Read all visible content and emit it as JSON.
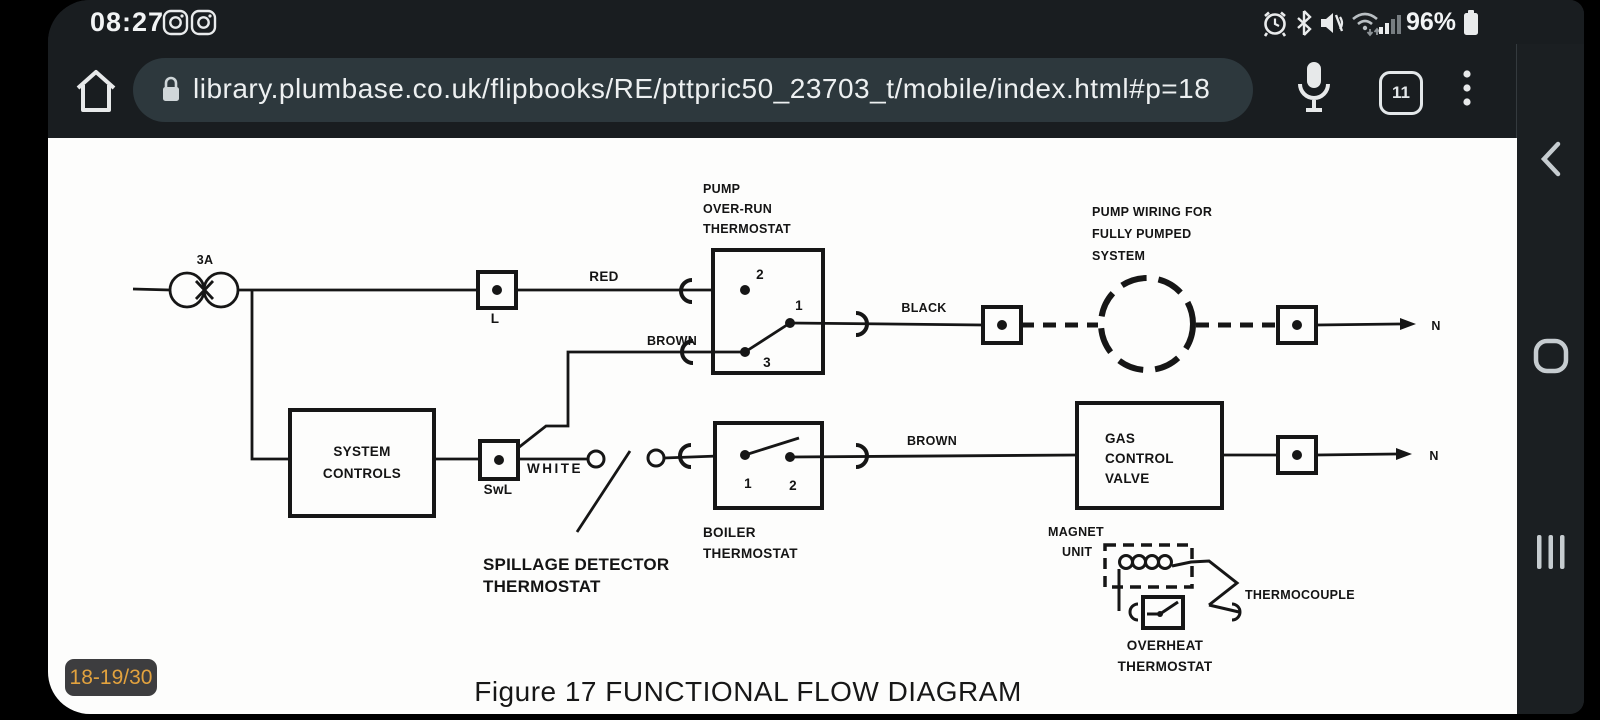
{
  "status_bar": {
    "time": "08:27",
    "battery_percent": "96%"
  },
  "address_bar": {
    "url": "library.plumbase.co.uk/flipbooks/RE/pttpric50_23703_t/mobile/index.html#p=18",
    "tab_count": "11"
  },
  "page_overlay": {
    "page_indicator": "18-19/30",
    "caption": "Figure 17 FUNCTIONAL FLOW DIAGRAM"
  },
  "colors": {
    "badge_text": "#e2a23e",
    "chrome_bg": "#191d20",
    "omnibox_bg": "#2d383d"
  },
  "diagram": {
    "fuse_rating": "3A",
    "terminal_live": "L",
    "terminal_switched_live": "SwL",
    "wire_red": "RED",
    "wire_brown_upper": "BROWN",
    "wire_black": "BLACK",
    "wire_white": "WHITE",
    "wire_brown_lower": "BROWN",
    "neutral_upper": "N",
    "neutral_lower": "N",
    "pump_overrun_thermostat": [
      "PUMP",
      "OVER-RUN",
      "THERMOSTAT"
    ],
    "pump_wiring": [
      "PUMP WIRING FOR",
      "FULLY PUMPED",
      "SYSTEM"
    ],
    "system_controls": [
      "SYSTEM",
      "CONTROLS"
    ],
    "spillage_detector": [
      "SPILLAGE DETECTOR",
      "THERMOSTAT"
    ],
    "boiler_thermostat": [
      "BOILER",
      "THERMOSTAT"
    ],
    "gas_control_valve": [
      "GAS",
      "CONTROL",
      "VALVE"
    ],
    "magnet_unit": [
      "MAGNET",
      "UNIT"
    ],
    "thermocouple": "THERMOCOUPLE",
    "overheat_thermostat": [
      "OVERHEAT",
      "THERMOSTAT"
    ],
    "pump_terminal_2": "2",
    "pump_terminal_1": "1",
    "pump_terminal_3": "3",
    "boiler_terminal_1": "1",
    "boiler_terminal_2": "2"
  }
}
